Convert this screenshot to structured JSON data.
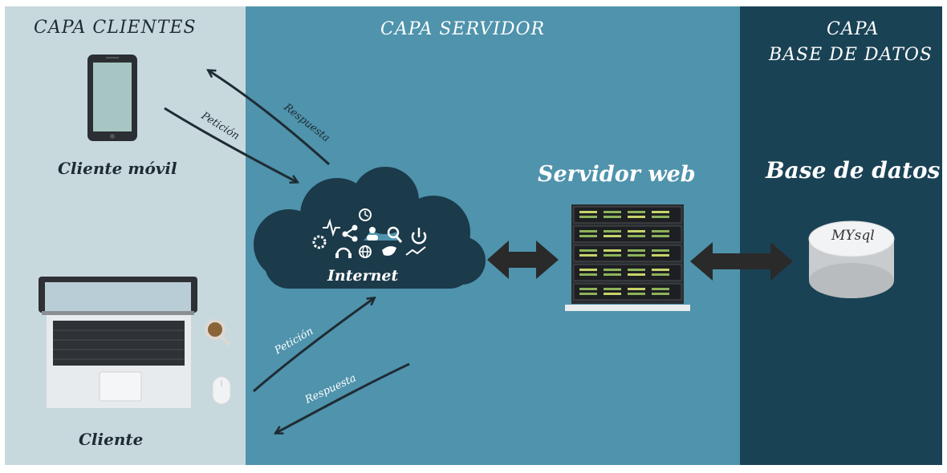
{
  "colors": {
    "clients_bg": "#c8d9de",
    "server_bg": "#4f93ac",
    "db_bg": "#1a4255",
    "cloud": "#1b3a4a",
    "arrow": "#1f2b33"
  },
  "layers": {
    "clients": "CAPA CLIENTES",
    "server": "CAPA SERVIDOR",
    "db_line1": "CAPA",
    "db_line2": "BASE DE DATOS"
  },
  "nodes": {
    "mobile": "Cliente móvil",
    "desktop": "Cliente",
    "internet": "Internet",
    "webserver": "Servidor web",
    "database": "Base de datos",
    "db_logo": "MYsql"
  },
  "edges": {
    "mobile_request": "Petición",
    "mobile_response": "Respuesta",
    "desktop_request": "Petición",
    "desktop_response": "Respuesta"
  },
  "icons": [
    "tablet-icon",
    "laptop-icon",
    "coffee-cup-icon",
    "mouse-icon",
    "cloud-icon",
    "gear-icon",
    "headphones-icon",
    "globe-icon",
    "bird-icon",
    "user-icon",
    "magnifier-icon",
    "clock-icon",
    "power-icon",
    "share-icon",
    "server-rack-icon",
    "database-cylinder-icon"
  ]
}
